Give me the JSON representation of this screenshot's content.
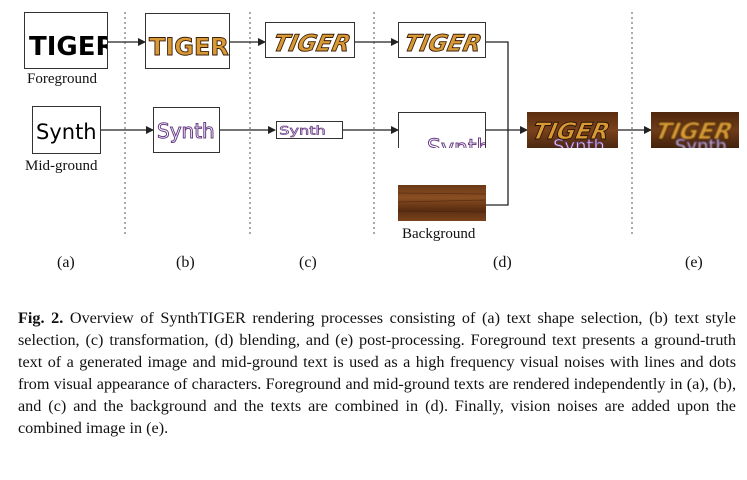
{
  "figure": {
    "foreground_text": "TIGER",
    "midground_text": "Synth",
    "labels": {
      "foreground": "Foreground",
      "midground": "Mid-ground",
      "background": "Background"
    },
    "steps": [
      "(a)",
      "(b)",
      "(c)",
      "(d)",
      "(e)"
    ],
    "colors": {
      "line": "#222222",
      "separator": "#444444",
      "tiger_gold": "#d99a35",
      "tiger_outline": "#3a1d08",
      "synth_purple": "#6a3d86",
      "wood_dark": "#4b2710",
      "wood_light": "#8a4e22"
    }
  },
  "caption": {
    "label": "Fig. 2.",
    "text": "Overview of SynthTIGER rendering processes consisting of (a) text shape selection, (b) text style selection, (c) transformation, (d) blending, and (e) post-processing. Foreground text presents a ground-truth text of a generated image and mid-ground text is used as a high frequency visual noises with lines and dots from visual appearance of characters. Foreground and mid-ground texts are rendered independently in (a), (b), and (c) and the background and the texts are combined in (d). Finally, vision noises are added upon the combined image in (e)."
  }
}
